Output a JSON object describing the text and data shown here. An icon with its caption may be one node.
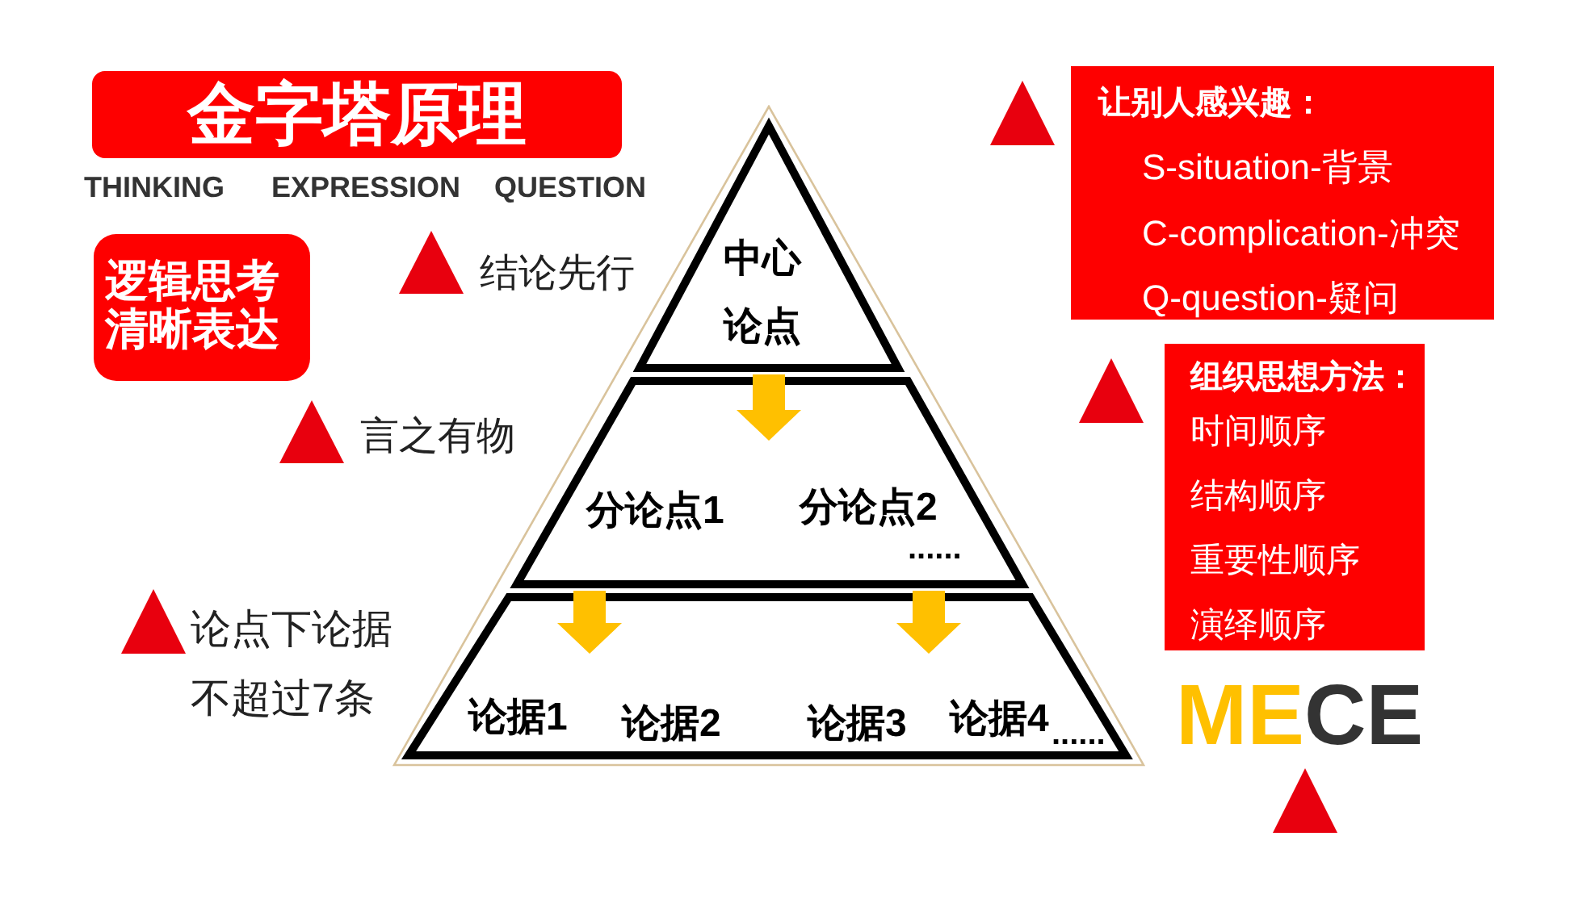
{
  "diagram": {
    "title": "金字塔原理",
    "nodes": [
      {
        "text": [
          "逻辑思考",
          "清晰表达"
        ]
      },
      {
        "text": [
          "中心论点"
        ]
      },
      {
        "text": [
          "分论点1",
          "分论点2",
          "......"
        ]
      },
      {
        "text": [
          "论据1",
          "论据2",
          "论据3",
          "论据4",
          "......"
        ]
      },
      {
        "text": [
          "让别人感兴趣：",
          "S-situation-背景",
          "C-complication-冲突",
          "Q-question-疑问"
        ]
      },
      {
        "text": [
          "组织思想方法：",
          "时间顺序",
          "结构顺序",
          "重要性顺序",
          "演绎顺序"
        ]
      }
    ],
    "edges": [
      {
        "from": 1,
        "to": 2,
        "arrow": "to"
      },
      {
        "from": 2,
        "to": 3,
        "arrow": "to"
      },
      {
        "from": 2,
        "to": 3,
        "arrow": "to"
      }
    ],
    "labels": [
      "THINKING",
      "EXPRESSION",
      "QUESTION",
      "结论先行",
      "言之有物",
      "论点下论据",
      "不超过7条",
      "MECE"
    ]
  }
}
